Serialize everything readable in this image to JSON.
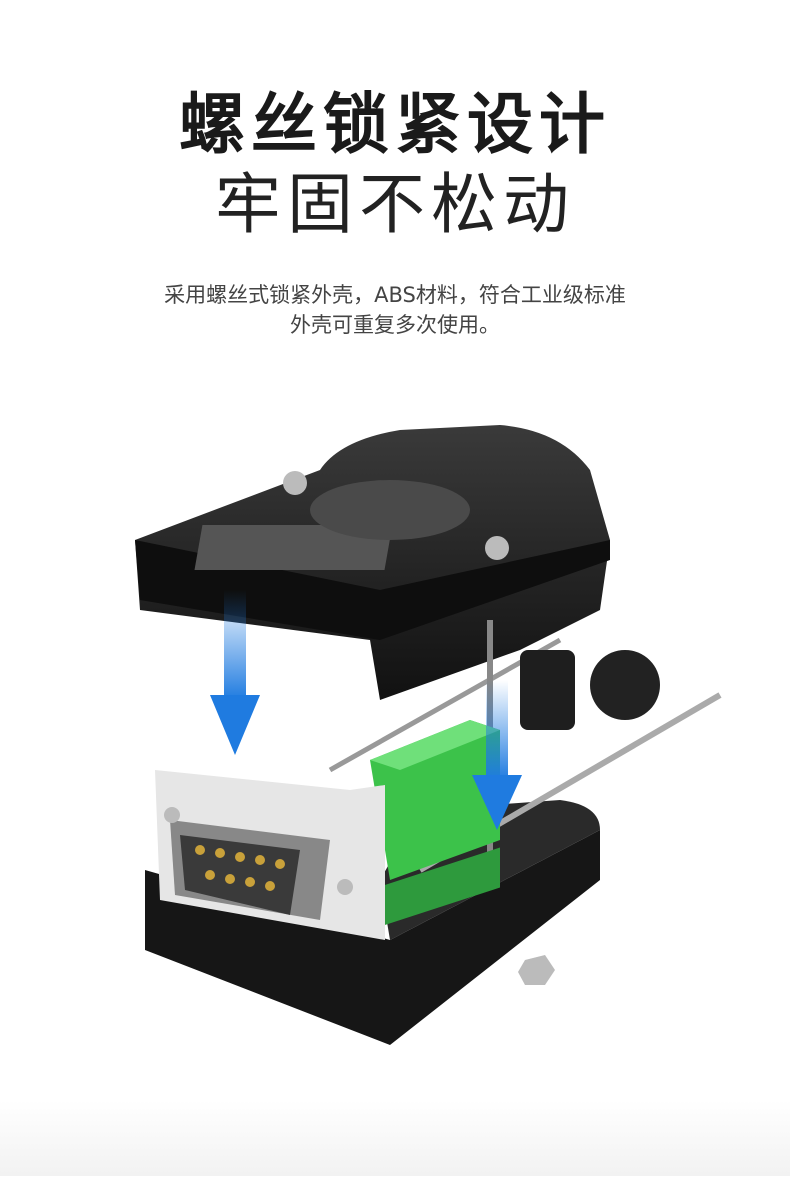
{
  "headline": {
    "line1": "螺丝锁紧设计",
    "line2": "牢固不松动"
  },
  "description": {
    "line1": "采用螺丝式锁紧外壳，ABS材料，符合工业级标准",
    "line2": "外壳可重复多次使用。"
  },
  "colors": {
    "arrow": "#1f7be0",
    "terminal": "#3cc24a",
    "shell": "#1b1b1b",
    "pins": "#c9a13a"
  }
}
